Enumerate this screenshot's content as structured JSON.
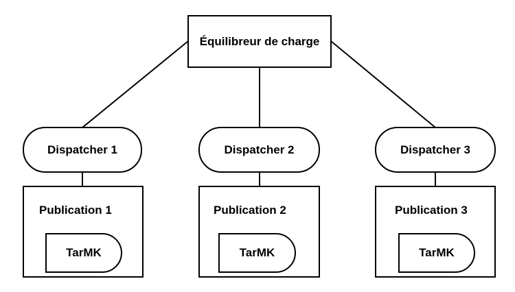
{
  "load_balancer": {
    "label": "Équilibreur de charge"
  },
  "dispatchers": [
    {
      "label": "Dispatcher 1"
    },
    {
      "label": "Dispatcher 2"
    },
    {
      "label": "Dispatcher 3"
    }
  ],
  "publications": [
    {
      "label": "Publication 1",
      "repository": "TarMK"
    },
    {
      "label": "Publication 2",
      "repository": "TarMK"
    },
    {
      "label": "Publication 3",
      "repository": "TarMK"
    }
  ]
}
